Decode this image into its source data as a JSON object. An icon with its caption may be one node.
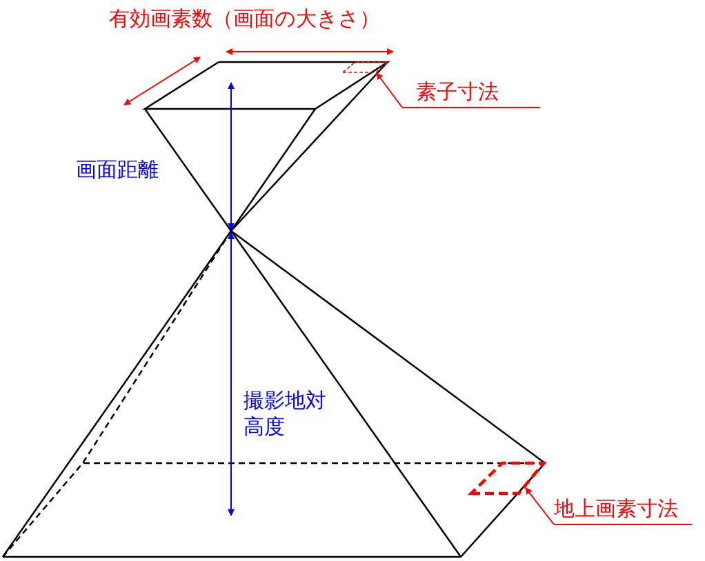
{
  "diagram": {
    "nodes": [
      {
        "text": [
          "素子寸法"
        ]
      },
      {
        "text": [],
        "shape": "parallelogram"
      },
      {
        "text": [
          "地上画素寸法"
        ]
      },
      {
        "text": [],
        "shape": "parallelogram"
      }
    ],
    "edges": [
      {
        "from": 0,
        "to": 1,
        "arrow": "to"
      },
      {
        "from": 2,
        "to": 3,
        "arrow": "to"
      }
    ],
    "labels": [
      "有効画素数（画面の大きさ）",
      "画面距離",
      "撮影地対高度"
    ]
  }
}
